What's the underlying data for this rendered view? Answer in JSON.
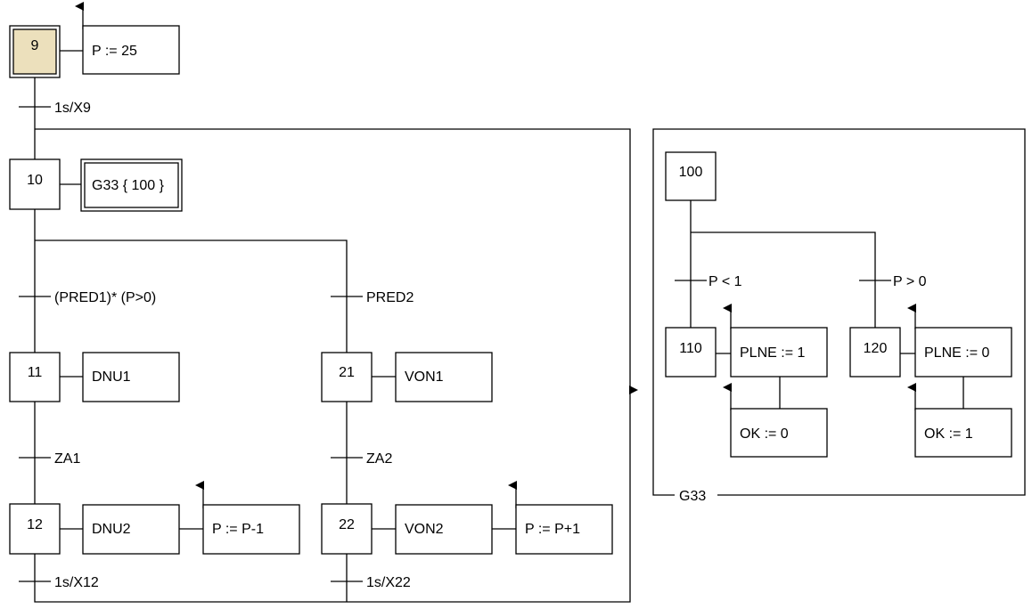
{
  "steps": {
    "s9": "9",
    "s10": "10",
    "s11": "11",
    "s12": "12",
    "s21": "21",
    "s22": "22",
    "s100": "100",
    "s110": "110",
    "s120": "120"
  },
  "actions": {
    "a9": "P := 25",
    "a10": "G33 { 100 }",
    "a11": "DNU1",
    "a12": "DNU2",
    "a12b": "P := P-1",
    "a21": "VON1",
    "a22": "VON2",
    "a22b": "P := P+1",
    "a110": "PLNE := 1",
    "a110b": "OK := 0",
    "a120": "PLNE := 0",
    "a120b": "OK := 1"
  },
  "transitions": {
    "t9": "1s/X9",
    "t10a": "(PRED1)* (P>0)",
    "t10b": "PRED2",
    "t11": "ZA1",
    "t21": "ZA2",
    "t12": "1s/X12",
    "t22": "1s/X22",
    "t100a": "P < 1",
    "t100b": "P > 0"
  },
  "macro_label": "G33",
  "colors": {
    "initial_step_fill": "#ece0bc",
    "line": "#000000",
    "background": "#ffffff"
  }
}
